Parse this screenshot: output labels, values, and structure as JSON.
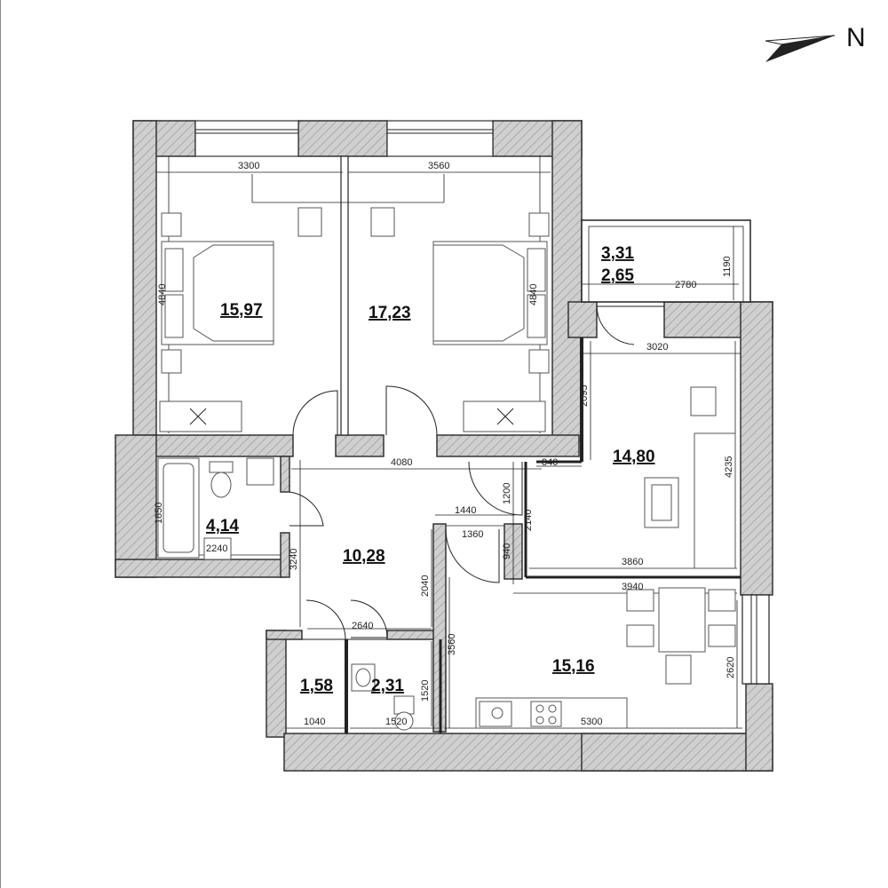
{
  "north": {
    "label": "N"
  },
  "rooms": [
    {
      "id": "bedroom-1",
      "area": "15,97"
    },
    {
      "id": "bedroom-2",
      "area": "17,23"
    },
    {
      "id": "balcony",
      "area_top": "3,31",
      "area_bottom": "2,65"
    },
    {
      "id": "living-room",
      "area": "14,80"
    },
    {
      "id": "bathroom",
      "area": "4,14"
    },
    {
      "id": "hallway",
      "area": "10,28"
    },
    {
      "id": "storage",
      "area": "1,58"
    },
    {
      "id": "toilet",
      "area": "2,31"
    },
    {
      "id": "kitchen",
      "area": "15,16"
    }
  ],
  "dimensions": {
    "bedroom1_width": "3300",
    "bedroom2_width": "3560",
    "bedroom1_depth": "4840",
    "bedroom2_depth": "4840",
    "balcony_width": "2780",
    "balcony_depth": "1190",
    "living_top_width": "3020",
    "living_upper_depth": "2095",
    "living_depth": "4235",
    "living_bottom_width": "3860",
    "living_step": "840",
    "hall_width": "4080",
    "hall_depth": "3240",
    "bath_depth": "1850",
    "bath_width": "2240",
    "corridor_width": "1440",
    "corridor_inner": "1360",
    "corridor_depth1": "1200",
    "corridor_depth2": "2140",
    "corridor_depth3": "940",
    "hall_lower_depth": "2040",
    "hall_lower_width": "2640",
    "kitchen_left_depth": "3560",
    "kitchen_top_width": "3940",
    "kitchen_right_depth": "2620",
    "kitchen_width": "5300",
    "storage_width": "1040",
    "toilet_width": "1520",
    "toilet_depth": "1520"
  }
}
